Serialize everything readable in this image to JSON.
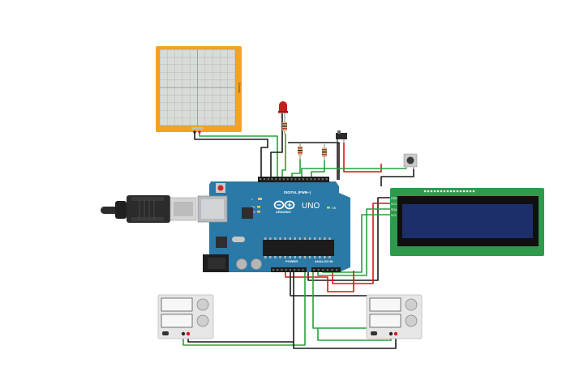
{
  "board": {
    "logo_text": "ARDUINO",
    "model": "UNO",
    "digital_label": "DIGITAL (PWM~)",
    "power_label": "POWER",
    "analog_label": "ANALOG IN",
    "on_label": "ON",
    "tx_label": "TX",
    "rx_label": "RX",
    "l_label": "L"
  },
  "oscilloscope": {
    "side_label": "10ms/div"
  },
  "lcd": {
    "pin_labels": [
      "GND",
      "VCC",
      "SDA",
      "SCL"
    ]
  },
  "colors": {
    "arduino_blue": "#2a79a6",
    "scope_frame": "#f3a321",
    "lcd_green": "#2f9a4c",
    "lcd_screen": "#1c2f6b",
    "wire_black": "#1a1a1a",
    "wire_red": "#d6161b",
    "wire_green": "#29a03c"
  },
  "components": [
    "usb-cable",
    "arduino-uno",
    "oscilloscope",
    "led-red",
    "resistor",
    "slide-switch",
    "pushbutton",
    "lcd-16x2-i2c",
    "power-supply"
  ]
}
